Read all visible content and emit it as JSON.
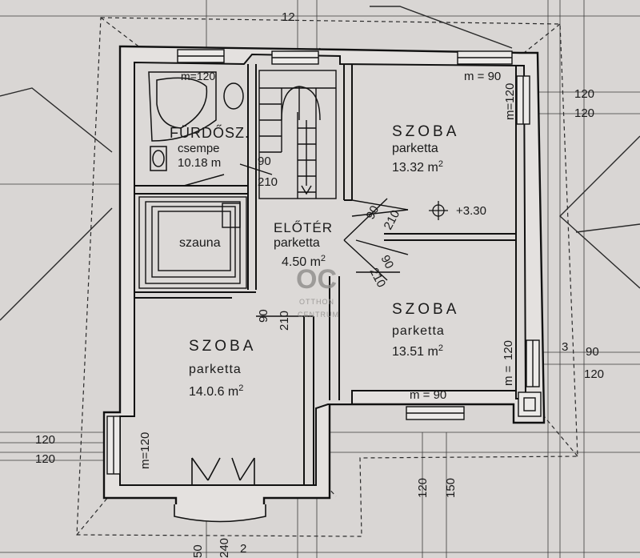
{
  "rooms": {
    "bathroom": {
      "name": "FÜRDŐSZ.",
      "floor": "csempe",
      "area": "10.18 m",
      "mirror": "m=120"
    },
    "sauna": {
      "name": "szauna"
    },
    "hall": {
      "name": "ELŐTÉR",
      "floor": "parketta",
      "area": "4.50 m",
      "sup": "2"
    },
    "room_ne": {
      "name": "SZOBA",
      "floor": "parketta",
      "area": "13.32 m",
      "sup": "2",
      "level": "+3.30"
    },
    "room_e": {
      "name": "SZOBA",
      "floor": "parketta",
      "area": "13.51 m",
      "sup": "2"
    },
    "room_sw": {
      "name": "SZOBA",
      "floor": "parketta",
      "area": "14.0.6 m",
      "sup": "2"
    }
  },
  "dimensions": {
    "top_12": "12",
    "ne_m90": "m = 90",
    "ne_m120": "m=120",
    "right_120a": "120",
    "right_120b": "120",
    "door_bath_90": "90",
    "door_bath_210": "210",
    "door_ne_90": "90",
    "door_ne_210": "210",
    "door_e_90": "90",
    "door_e_210": "210",
    "door_sw_90": "90",
    "door_sw_210": "210",
    "e_window_120": "120",
    "e_window_m": "m =",
    "e_3": "3",
    "e_90": "90",
    "e_120": "120",
    "s_m90": "m = 90",
    "w_120a": "120",
    "w_120b": "120",
    "w_m120": "m=120",
    "bottom_120": "120",
    "bottom_150": "150",
    "bottom_50": "50",
    "bottom_40": "240",
    "bottom_2": "2"
  },
  "watermark": {
    "logo": "OC",
    "line1": "OTTHON",
    "line2": "CENTRUM"
  },
  "colors": {
    "paper": "#d9d6d4",
    "ink": "#1a1a1a",
    "watermark": "#8e8c8a"
  }
}
